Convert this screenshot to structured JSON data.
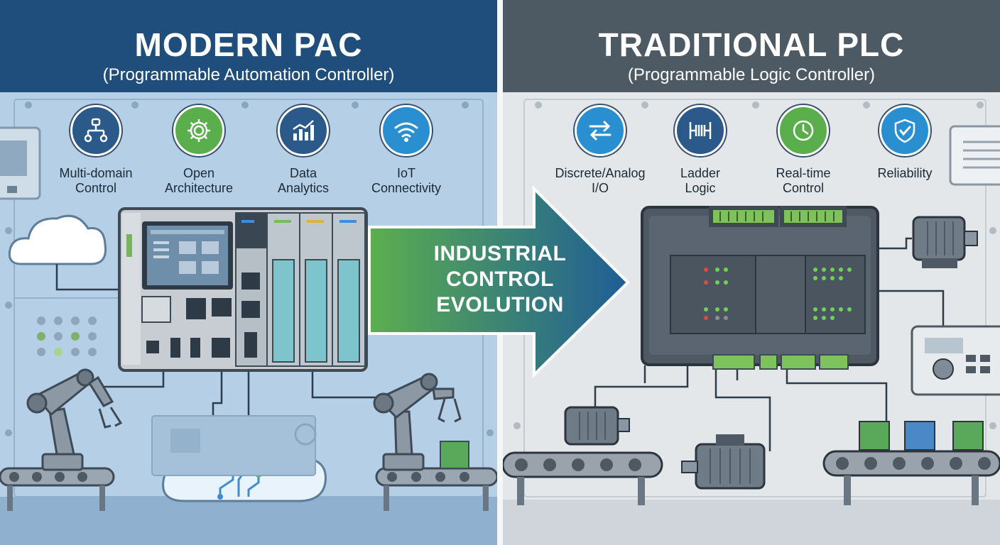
{
  "left_panel": {
    "title": "MODERN PAC",
    "subtitle": "(Programmable Automation Controller)",
    "features": [
      {
        "line1": "Multi-domain",
        "line2": "Control",
        "icon": "network-hierarchy-icon"
      },
      {
        "line1": "Open",
        "line2": "Architecture",
        "icon": "gear-icon"
      },
      {
        "line1": "Data",
        "line2": "Analytics",
        "icon": "chart-trend-icon"
      },
      {
        "line1": "IoT",
        "line2": "Connectivity",
        "icon": "wifi-icon"
      }
    ]
  },
  "right_panel": {
    "title": "TRADITIONAL PLC",
    "subtitle": "(Programmable Logic Controller)",
    "features": [
      {
        "line1": "Discrete/Analog",
        "line2": "I/O",
        "icon": "swap-arrows-icon"
      },
      {
        "line1": "Ladder",
        "line2": "Logic",
        "icon": "ladder-icon"
      },
      {
        "line1": "Real-time",
        "line2": "Control",
        "icon": "clock-icon"
      },
      {
        "line1": "Reliability",
        "line2": "",
        "icon": "shield-check-icon"
      }
    ]
  },
  "center_arrow": {
    "line1": "INDUSTRIAL",
    "line2": "CONTROL",
    "line3": "EVOLUTION"
  },
  "colors": {
    "pac_header": "#1f4e7d",
    "plc_header": "#4d5a63",
    "arrow_start": "#5cae4f",
    "arrow_end": "#1f5d97",
    "icon_blue": "#2b5a8a",
    "icon_green": "#5aae4c",
    "icon_cyan": "#2a8fd0"
  }
}
